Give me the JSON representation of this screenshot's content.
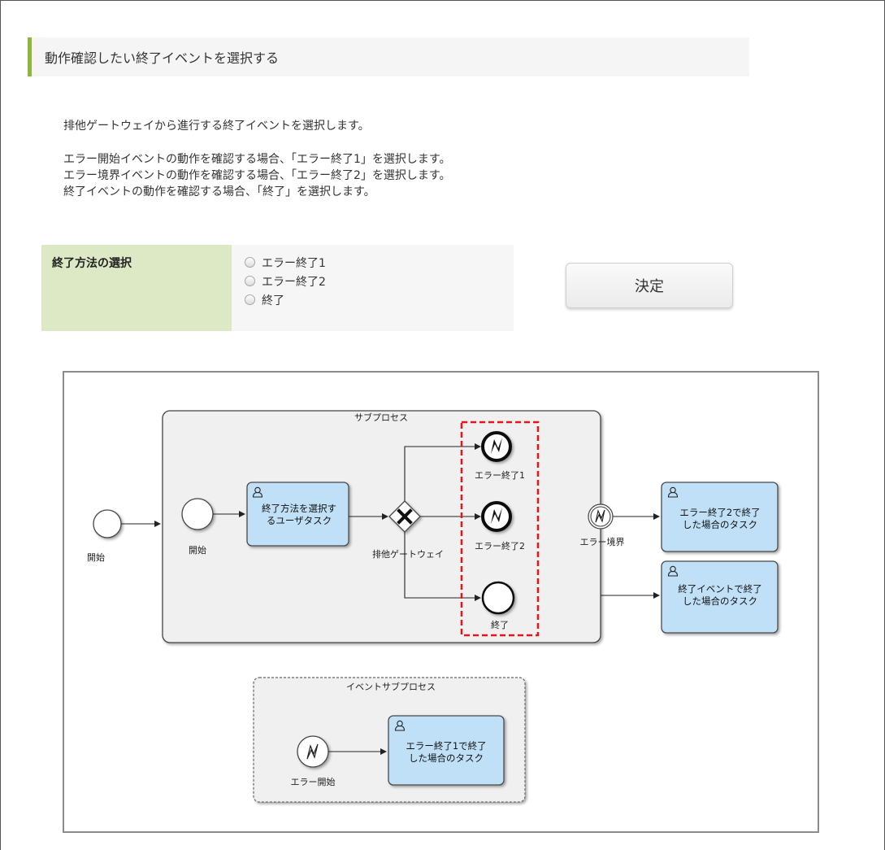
{
  "section": {
    "title": "動作確認したい終了イベントを選択する"
  },
  "description": {
    "line1": "排他ゲートウェイから進行する終了イベントを選択します。",
    "line2": "エラー開始イベントの動作を確認する場合、「エラー終了1」を選択します。",
    "line3": "エラー境界イベントの動作を確認する場合、「エラー終了2」を選択します。",
    "line4": "終了イベントの動作を確認する場合、「終了」を選択します。"
  },
  "form": {
    "label": "終了方法の選択",
    "options": [
      "エラー終了1",
      "エラー終了2",
      "終了"
    ],
    "selected": null
  },
  "button": {
    "label": "決定"
  },
  "diagram": {
    "start_outer": "開始",
    "subprocess_title": "サブプロセス",
    "start_inner": "開始",
    "task_select": "終了方法を選択す",
    "task_select_2": "るユーザタスク",
    "gateway": "排他ゲートウェイ",
    "error_end_1": "エラー終了1",
    "error_end_2": "エラー終了2",
    "end": "終了",
    "boundary": "エラー境界",
    "task_err2_1": "エラー終了2で終了",
    "task_err2_2": "した場合のタスク",
    "task_end_1": "終了イベントで終了",
    "task_end_2": "した場合のタスク",
    "event_subprocess_title": "イベントサブプロセス",
    "error_start": "エラー開始",
    "task_err1_1": "エラー終了1で終了",
    "task_err1_2": "した場合のタスク",
    "icons": [
      "user-task-icon",
      "error-event-icon",
      "gateway-x-icon"
    ],
    "colors": {
      "task_fill": "#bfe0f7",
      "task_border": "#4a4a4a",
      "highlight": "#e8141b",
      "subprocess_fill": "#f0f0f0"
    }
  }
}
